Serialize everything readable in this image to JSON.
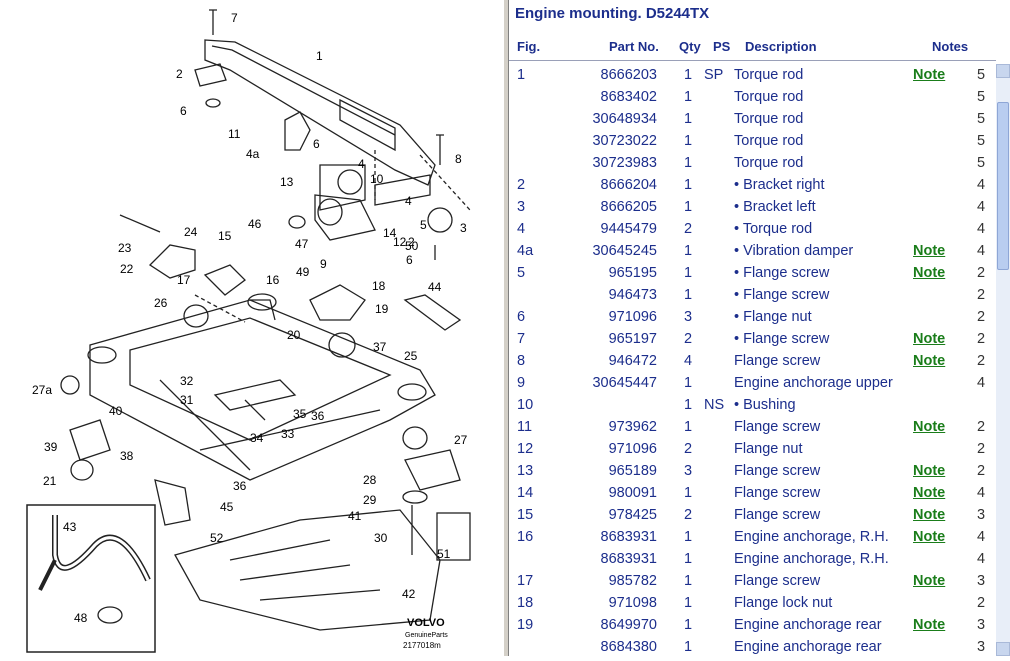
{
  "title": "Engine mounting. D5244TX",
  "columns": {
    "fig": "Fig.",
    "part": "Part No.",
    "qty": "Qty",
    "ps": "PS",
    "desc": "Description",
    "notes": "Notes"
  },
  "note_label": "Note",
  "rows": [
    {
      "fig": "1",
      "part": "8666203",
      "qty": "1",
      "ps": "SP",
      "desc": "Torque rod",
      "note": true,
      "n": "5"
    },
    {
      "fig": "",
      "part": "8683402",
      "qty": "1",
      "ps": "",
      "desc": "Torque rod",
      "note": false,
      "n": "5"
    },
    {
      "fig": "",
      "part": "30648934",
      "qty": "1",
      "ps": "",
      "desc": "Torque rod",
      "note": false,
      "n": "5"
    },
    {
      "fig": "",
      "part": "30723022",
      "qty": "1",
      "ps": "",
      "desc": "Torque rod",
      "note": false,
      "n": "5"
    },
    {
      "fig": "",
      "part": "30723983",
      "qty": "1",
      "ps": "",
      "desc": "Torque rod",
      "note": false,
      "n": "5"
    },
    {
      "fig": "2",
      "part": "8666204",
      "qty": "1",
      "ps": "",
      "desc": "• Bracket right",
      "note": false,
      "n": "4"
    },
    {
      "fig": "3",
      "part": "8666205",
      "qty": "1",
      "ps": "",
      "desc": "• Bracket left",
      "note": false,
      "n": "4"
    },
    {
      "fig": "4",
      "part": "9445479",
      "qty": "2",
      "ps": "",
      "desc": "• Torque rod",
      "note": false,
      "n": "4"
    },
    {
      "fig": "4a",
      "part": "30645245",
      "qty": "1",
      "ps": "",
      "desc": "• Vibration damper",
      "note": true,
      "n": "4"
    },
    {
      "fig": "5",
      "part": "965195",
      "qty": "1",
      "ps": "",
      "desc": "• Flange screw",
      "note": true,
      "n": "2"
    },
    {
      "fig": "",
      "part": "946473",
      "qty": "1",
      "ps": "",
      "desc": "• Flange screw",
      "note": false,
      "n": "2"
    },
    {
      "fig": "6",
      "part": "971096",
      "qty": "3",
      "ps": "",
      "desc": "• Flange nut",
      "note": false,
      "n": "2"
    },
    {
      "fig": "7",
      "part": "965197",
      "qty": "2",
      "ps": "",
      "desc": "• Flange screw",
      "note": true,
      "n": "2"
    },
    {
      "fig": "8",
      "part": "946472",
      "qty": "4",
      "ps": "",
      "desc": "Flange screw",
      "note": true,
      "n": "2"
    },
    {
      "fig": "9",
      "part": "30645447",
      "qty": "1",
      "ps": "",
      "desc": "Engine anchorage upper",
      "note": false,
      "n": "4"
    },
    {
      "fig": "10",
      "part": "",
      "qty": "1",
      "ps": "NS",
      "desc": "• Bushing",
      "note": false,
      "n": ""
    },
    {
      "fig": "11",
      "part": "973962",
      "qty": "1",
      "ps": "",
      "desc": "Flange screw",
      "note": true,
      "n": "2"
    },
    {
      "fig": "12",
      "part": "971096",
      "qty": "2",
      "ps": "",
      "desc": "Flange nut",
      "note": false,
      "n": "2"
    },
    {
      "fig": "13",
      "part": "965189",
      "qty": "3",
      "ps": "",
      "desc": "Flange screw",
      "note": true,
      "n": "2"
    },
    {
      "fig": "14",
      "part": "980091",
      "qty": "1",
      "ps": "",
      "desc": "Flange screw",
      "note": true,
      "n": "4"
    },
    {
      "fig": "15",
      "part": "978425",
      "qty": "2",
      "ps": "",
      "desc": "Flange screw",
      "note": true,
      "n": "3"
    },
    {
      "fig": "16",
      "part": "8683931",
      "qty": "1",
      "ps": "",
      "desc": "Engine anchorage, R.H.",
      "note": true,
      "n": "4"
    },
    {
      "fig": "",
      "part": "8683931",
      "qty": "1",
      "ps": "",
      "desc": "Engine anchorage, R.H.",
      "note": false,
      "n": "4"
    },
    {
      "fig": "17",
      "part": "985782",
      "qty": "1",
      "ps": "",
      "desc": "Flange screw",
      "note": true,
      "n": "3"
    },
    {
      "fig": "18",
      "part": "971098",
      "qty": "1",
      "ps": "",
      "desc": "Flange lock nut",
      "note": false,
      "n": "2"
    },
    {
      "fig": "19",
      "part": "8649970",
      "qty": "1",
      "ps": "",
      "desc": "Engine anchorage rear",
      "note": true,
      "n": "3"
    },
    {
      "fig": "",
      "part": "8684380",
      "qty": "1",
      "ps": "",
      "desc": "Engine anchorage rear",
      "note": false,
      "n": "3"
    }
  ],
  "diagram": {
    "callouts": [
      "7",
      "1",
      "2",
      "6",
      "11",
      "4a",
      "6",
      "4",
      "13",
      "10",
      "4",
      "8",
      "3",
      "12",
      "14",
      "5",
      "2",
      "50",
      "9",
      "6",
      "46",
      "47",
      "23",
      "24",
      "22",
      "15",
      "16",
      "17",
      "49",
      "18",
      "19",
      "44",
      "26",
      "20",
      "25",
      "37",
      "27a",
      "32",
      "31",
      "35",
      "36",
      "40",
      "39",
      "34",
      "33",
      "38",
      "21",
      "36",
      "27",
      "28",
      "29",
      "45",
      "41",
      "43",
      "52",
      "30",
      "51",
      "48",
      "42"
    ],
    "logo": "VOLVO",
    "logo_sub": "GenuineParts",
    "drawing_id": "2177018m"
  },
  "colors": {
    "accent": "#1c2e8c",
    "note": "#1a7d1a"
  }
}
